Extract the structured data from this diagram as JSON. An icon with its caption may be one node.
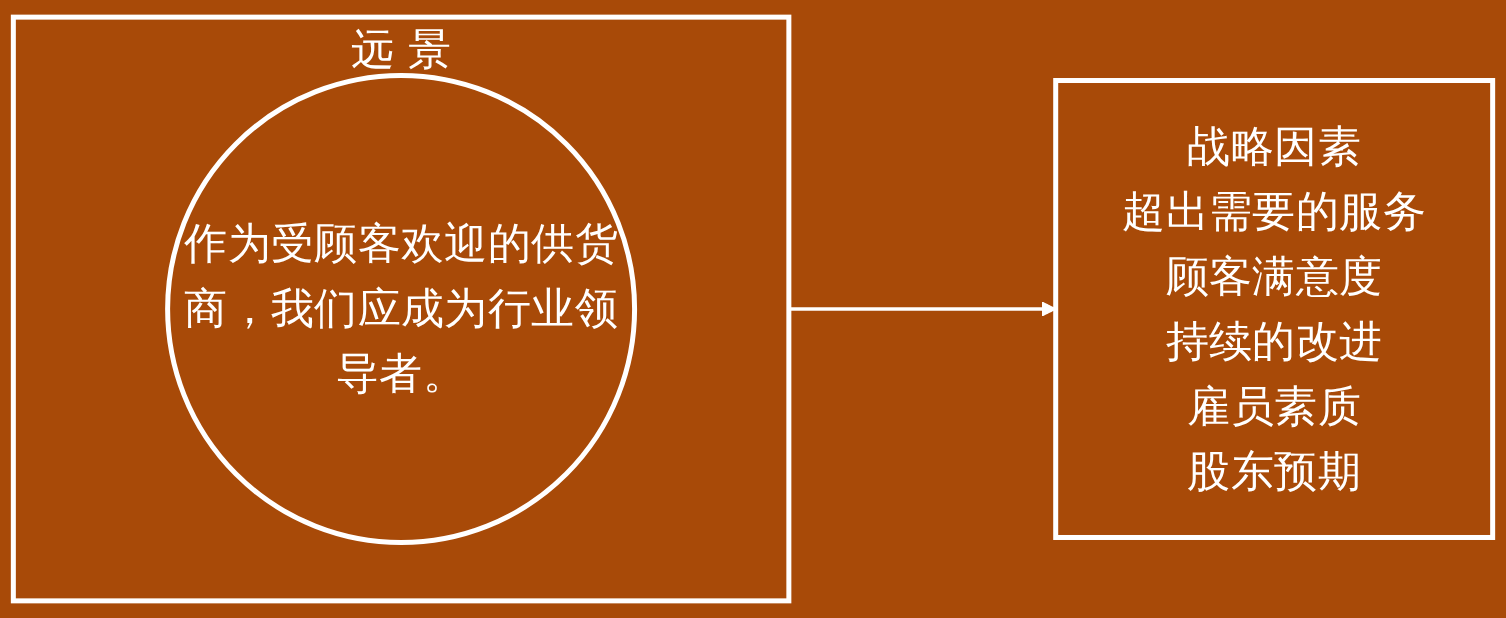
{
  "diagram": {
    "nodes": [
      {
        "text": [
          "远 景"
        ]
      },
      {
        "text": [
          "作为受顾客欢迎的供货商，我们应成为行业领导者。"
        ],
        "in": 0
      },
      {
        "text": [
          "战略因素",
          "超出需要的服务",
          "顾客满意度",
          "持续的改进",
          "雇员素质",
          "股东预期"
        ]
      }
    ],
    "edges": [
      {
        "from": 0,
        "to": 2,
        "arrow": "to"
      }
    ]
  }
}
